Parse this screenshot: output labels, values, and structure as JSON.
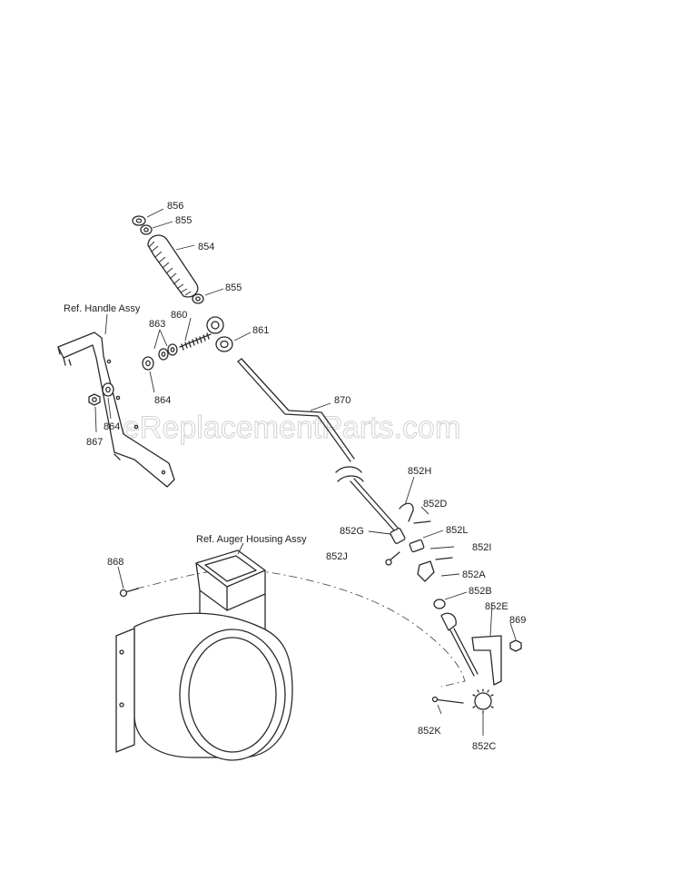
{
  "watermark": "eReplacementParts.com",
  "references": {
    "handle_assy": "Ref. Handle Assy",
    "auger_housing_assy": "Ref. Auger Housing Assy"
  },
  "callouts": {
    "c856": "856",
    "c855_top": "855",
    "c854": "854",
    "c855_mid": "855",
    "c860": "860",
    "c863": "863",
    "c861": "861",
    "c864_upper": "864",
    "c864_lower": "864",
    "c867": "867",
    "c870": "870",
    "c852H": "852H",
    "c852D": "852D",
    "c852G": "852G",
    "c852L": "852L",
    "c852J": "852J",
    "c852I": "852I",
    "c852A": "852A",
    "c852B": "852B",
    "c852E": "852E",
    "c869": "869",
    "c868": "868",
    "c852K": "852K",
    "c852C": "852C"
  }
}
